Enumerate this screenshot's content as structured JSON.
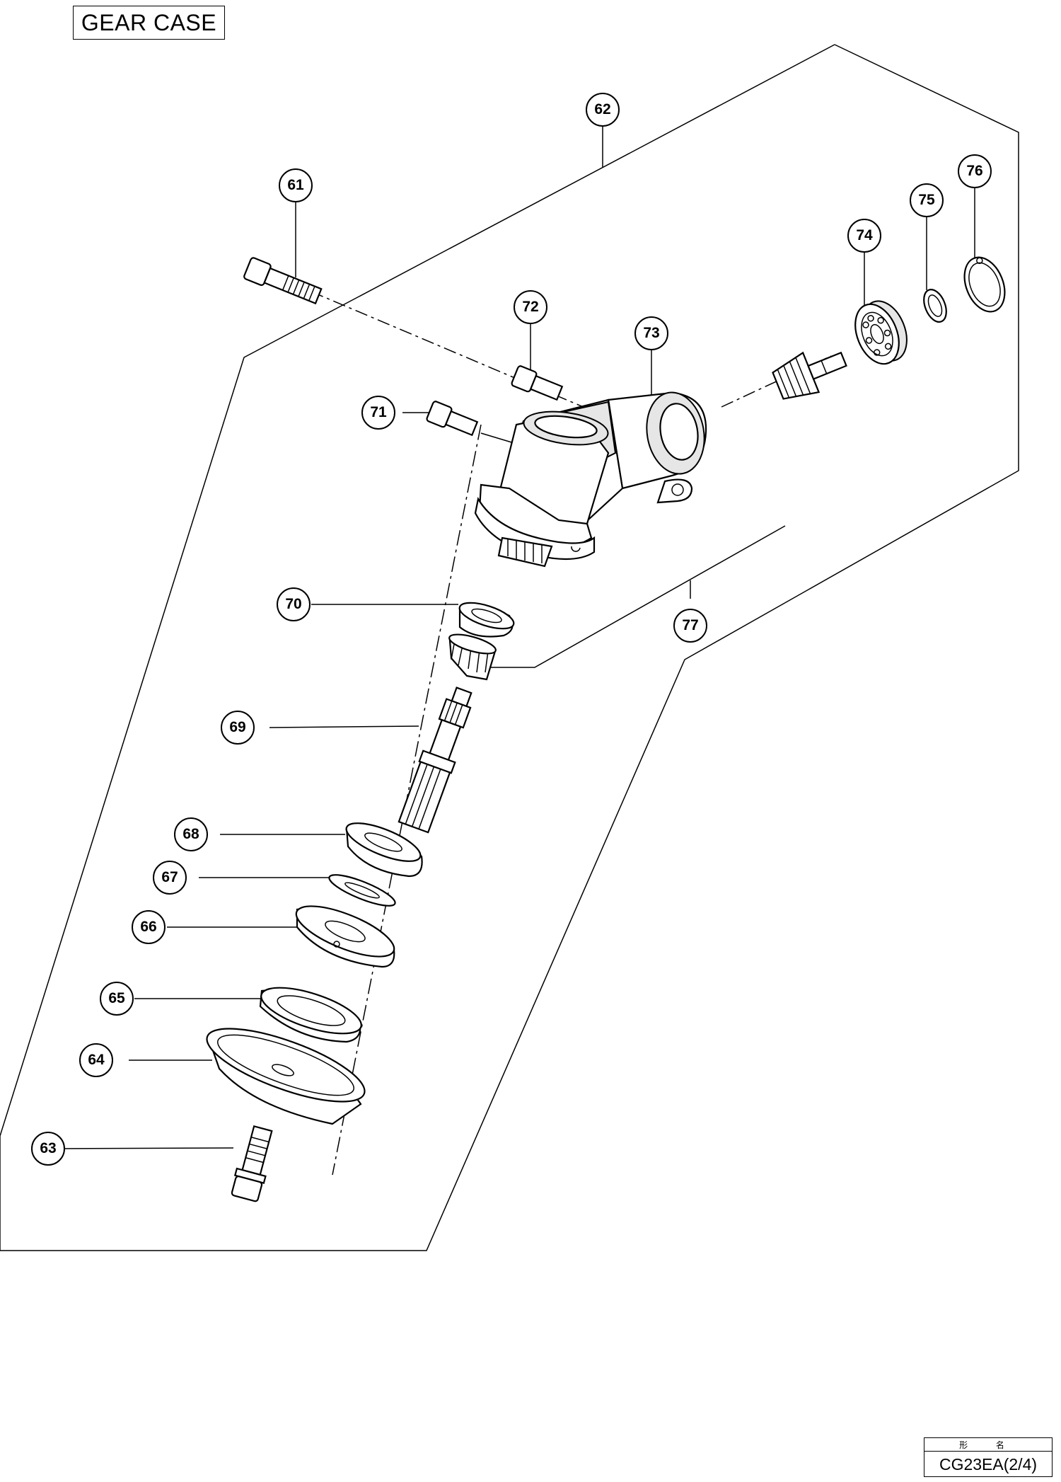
{
  "title": "GEAR CASE",
  "parts": [
    {
      "id": "part-61",
      "label": "61"
    },
    {
      "id": "part-62",
      "label": "62"
    },
    {
      "id": "part-63",
      "label": "63"
    },
    {
      "id": "part-64",
      "label": "64"
    },
    {
      "id": "part-65",
      "label": "65"
    },
    {
      "id": "part-66",
      "label": "66"
    },
    {
      "id": "part-67",
      "label": "67"
    },
    {
      "id": "part-68",
      "label": "68"
    },
    {
      "id": "part-69",
      "label": "69"
    },
    {
      "id": "part-70",
      "label": "70"
    },
    {
      "id": "part-71",
      "label": "71"
    },
    {
      "id": "part-72",
      "label": "72"
    },
    {
      "id": "part-73",
      "label": "73"
    },
    {
      "id": "part-74",
      "label": "74"
    },
    {
      "id": "part-75",
      "label": "75"
    },
    {
      "id": "part-76",
      "label": "76"
    },
    {
      "id": "part-77",
      "label": "77"
    }
  ],
  "model_block": {
    "header": "形 名",
    "value": "CG23EA(2/4)"
  }
}
